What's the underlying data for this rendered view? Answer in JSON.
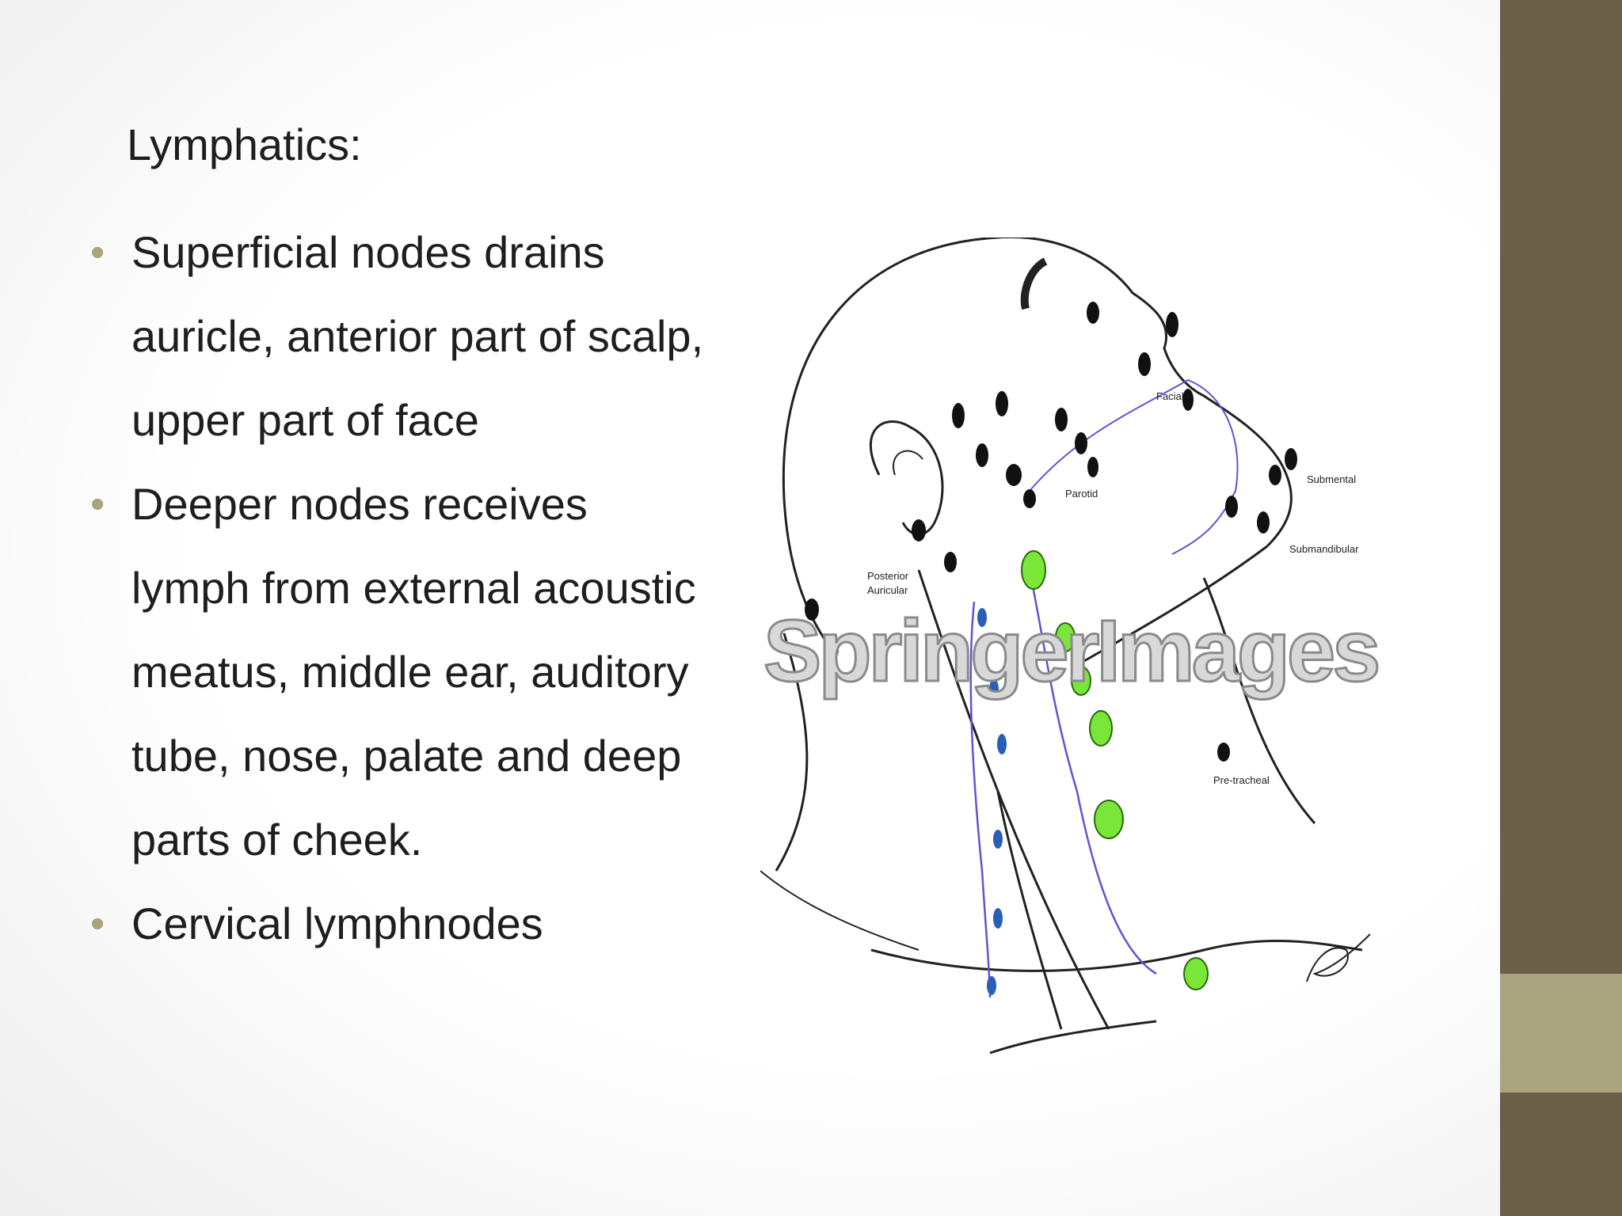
{
  "slide": {
    "heading": "Lymphatics:",
    "bullets": [
      "Superficial nodes drains auricle, anterior part of scalp, upper part of face",
      "Deeper nodes receives lymph from external acoustic meatus, middle ear, auditory tube, nose, palate and deep parts of cheek.",
      "Cervical lymphnodes"
    ],
    "bullet_symbol": "•"
  },
  "figure": {
    "icon": "head-neck-lymph-nodes-illustration",
    "labels": {
      "facial": "Facial",
      "parotid": "Parotid",
      "submental": "Submental",
      "submandibular": "Submandibular",
      "posterior_auricular_1": "Posterior",
      "posterior_auricular_2": "Auricular",
      "pretracheal": "Pre-tracheal"
    },
    "watermark": "SpringerImages"
  },
  "colors": {
    "band_dark": "#6b5f4a",
    "band_light": "#a9a37e",
    "bullet": "#a9a37e",
    "text": "#1e1e1e",
    "node_green": "#7ae63a",
    "node_blue": "#2a5fb8",
    "vessel_purple": "#6a4fd0"
  }
}
